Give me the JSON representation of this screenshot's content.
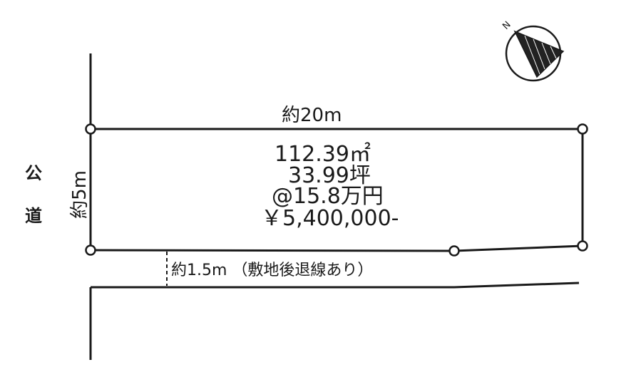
{
  "public_road": {
    "char1": "公",
    "char2": "道"
  },
  "dimensions": {
    "top_width": "約20m",
    "left_depth": "約5m",
    "setback_note": "約1.5m （敷地後退線あり）"
  },
  "lot": {
    "area_sqm": "112.39㎡",
    "area_tsubo": "33.99坪",
    "unit_price": "@15.8万円",
    "total_price": "￥5,400,000-"
  },
  "compass": {
    "north_label": "N"
  }
}
